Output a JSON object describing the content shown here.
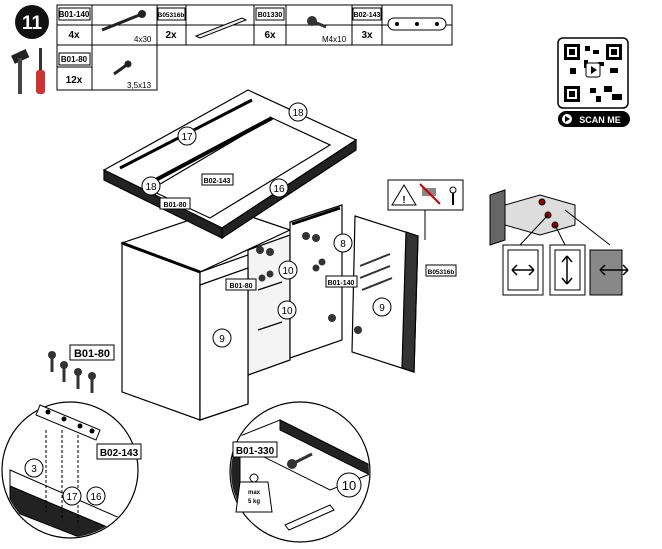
{
  "step": {
    "number": "11"
  },
  "parts_table": {
    "parts": [
      {
        "code": "B01-140",
        "qty": "4x",
        "size": "4x30",
        "icon": "screw-long-icon"
      },
      {
        "code": "B05316b",
        "qty": "2x",
        "size": "",
        "icon": "handle-icon"
      },
      {
        "code": "B01330",
        "qty": "6x",
        "size": "M4x10",
        "icon": "bolt-icon"
      },
      {
        "code": "B02-143",
        "qty": "3x",
        "size": "",
        "icon": "connector-plate-icon"
      },
      {
        "code": "B01-80",
        "qty": "12x",
        "size": "3,5x13",
        "icon": "screw-short-icon"
      }
    ]
  },
  "qr": {
    "scan_label": "SCAN ME"
  },
  "callouts": {
    "c18a": "18",
    "c17": "17",
    "c18b": "18",
    "c16": "16",
    "c8": "8",
    "c10a": "10",
    "c10b": "10",
    "c9a": "9",
    "c9b": "9",
    "c3": "3",
    "c17b": "17",
    "c16b": "16",
    "c10c": "10"
  },
  "part_labels": {
    "b02_143_top": "B02-143",
    "b01_80_top": "B01-80",
    "b01_80_mid": "B01-80",
    "b01_140_door": "B01-140",
    "b05316_door": "B05316b",
    "b01_80_detail": "B01-80",
    "b02_143_detail": "B02-143",
    "b01_330_detail": "B01-330"
  },
  "weight": {
    "line1": "max",
    "line2": "5 kg"
  }
}
